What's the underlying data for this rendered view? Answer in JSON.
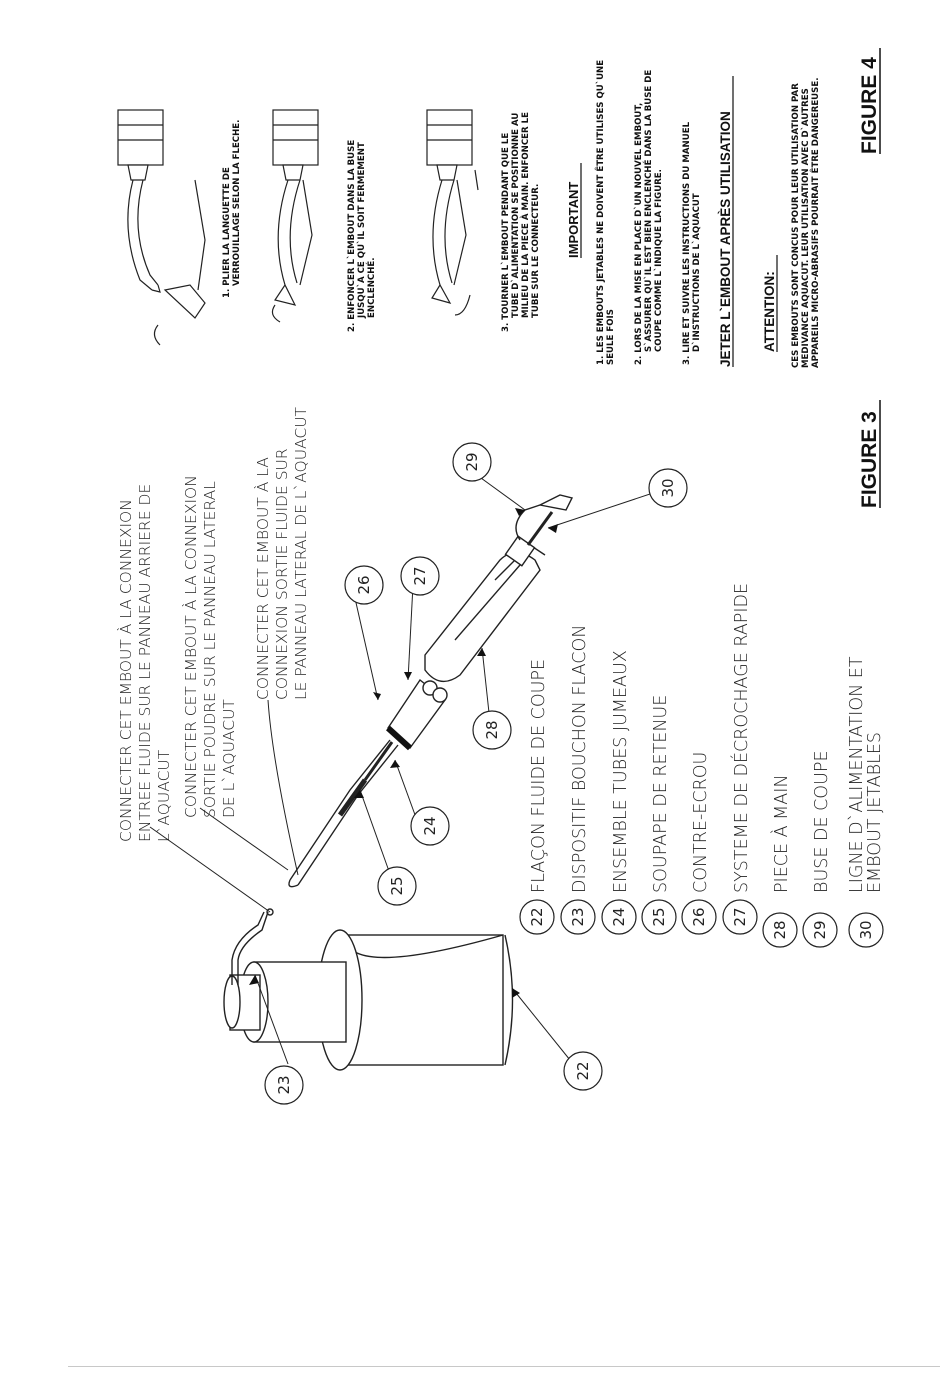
{
  "figure3": {
    "title": "FIGURE 3",
    "callouts": {
      "c1": [
        "CONNECTER CET EMBOUT À LA CONNEXION",
        "ENTREE FLUIDE SUR LE PANNEAU ARRIERE DE",
        "L`AQUACUT"
      ],
      "c2": [
        "CONNECTER CET EMBOUT À LA CONNEXION",
        "SORTIE POUDRE SUR LE PANNEAU LATERAL",
        "DE L`AQUACUT"
      ],
      "c3": [
        "CONNECTER CET EMBOUT À LA",
        "CONNEXION SORTIE FLUIDE SUR",
        "LE PANNEAU LATERAL DE L`AQUACUT"
      ]
    },
    "balloons": [
      "22",
      "23",
      "24",
      "25",
      "26",
      "27",
      "28",
      "29",
      "30"
    ],
    "parts": [
      {
        "num": "22",
        "label": "FLAÇON FLUIDE DE COUPE"
      },
      {
        "num": "23",
        "label": "DISPOSITIF BOUCHON FLACON"
      },
      {
        "num": "24",
        "label": "ENSEMBLE TUBES JUMEAUX"
      },
      {
        "num": "25",
        "label": "SOUPAPE DE RETENUE"
      },
      {
        "num": "26",
        "label": "CONTRE-ECROU"
      },
      {
        "num": "27",
        "label": "SYSTEME DE DÉCROCHAGE RAPIDE"
      },
      {
        "num": "28",
        "label": "PIECE À MAIN"
      },
      {
        "num": "29",
        "label": "BUSE DE COUPE"
      },
      {
        "num": "30",
        "label": "LIGNE D`ALIMENTATION ET",
        "label2": "EMBOUT JETABLES"
      }
    ]
  },
  "figure4": {
    "title": "FIGURE 4",
    "steps": [
      {
        "num": "1.",
        "lines": [
          "PLIER LA LANGUETTE DE",
          "VERROUILLAGE SELON LA FLECHE."
        ]
      },
      {
        "num": "2.",
        "lines": [
          "ENFONCER L`EMBOUT DANS LA BUSE",
          "JUSQU`A CE QU`IL SOIT FERMEMENT",
          "ENCLENCHÉ."
        ]
      },
      {
        "num": "3.",
        "lines": [
          "TOURNER L`EMBOUT PENDANT QUE LE",
          "TUBE D`ALIMENTATION SE POSITIONNE AU",
          "MILIEU DE LA PIECE À MAIN. ENFONCER LE",
          "TUBE SUR LE CONNECTEUR."
        ]
      }
    ],
    "important_title": "IMPORTANT",
    "important_items": [
      {
        "num": "1.",
        "lines": [
          "LES EMBOUTS JETABLES NE DOIVENT ÊTRE UTILISES QU`UNE",
          "SEULE FOIS"
        ]
      },
      {
        "num": "2.",
        "lines": [
          "LORS DE LA MISE EN PLACE D`UN NOUVEL EMBOUT,",
          "S`ASSURER QU`IL EST BIEN ENCLENCHÉ DANS LA BUSE DE",
          "COUPE COMME L`INDIQUE LA FIGURE."
        ]
      },
      {
        "num": "3.",
        "lines": [
          "LIRE ET SUIVRE LES INSTRUCTIONS DU MANUEL",
          "D`INSTRUCTIONS DE L`AQUACUT"
        ]
      }
    ],
    "discard_title": "JETER L`EMBOUT APRÈS UTILISATION",
    "attention_title": "ATTENTION:",
    "attention_lines": [
      "CES EMBOUTS SONT CONCUS POUR LEUR UTILISATION PAR",
      "MEDIVANCE AQUACUT. LEUR UTILISATION AVEC D`AUTRES",
      "APPAREILS MICRO-ABRASIFS POURRAIT ÊTRE DANGEREUSE."
    ]
  }
}
